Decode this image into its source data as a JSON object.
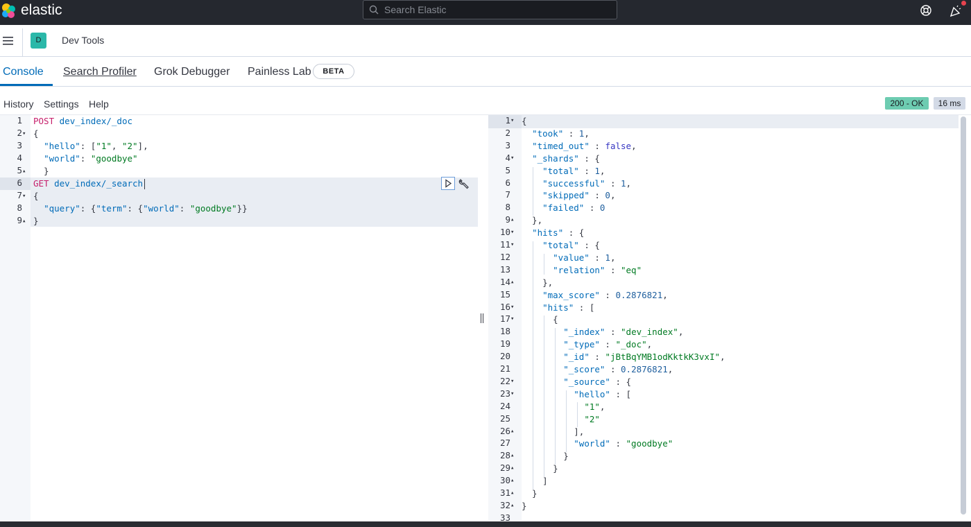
{
  "topbar": {
    "brand": "elastic",
    "search_placeholder": "Search Elastic",
    "colors": {
      "bg": "#25282f",
      "notification": "#e7434f"
    }
  },
  "header": {
    "avatar_letter": "D",
    "breadcrumb": "Dev Tools"
  },
  "tabs": [
    {
      "label": "Console",
      "active": true
    },
    {
      "label": "Search Profiler",
      "active": false
    },
    {
      "label": "Grok Debugger",
      "active": false
    },
    {
      "label": "Painless Lab",
      "active": false,
      "badge": "BETA"
    }
  ],
  "menu": [
    "History",
    "Settings",
    "Help"
  ],
  "response_meta": {
    "status": "200 - OK",
    "time": "16 ms"
  },
  "request_editor": {
    "line_numbers": [
      "1",
      "2",
      "3",
      "4",
      "5",
      "6",
      "7",
      "8",
      "9"
    ],
    "lines": [
      "POST dev_index/_doc",
      "{",
      "  \"hello\": [\"1\", \"2\"],",
      "  \"world\": \"goodbye\"",
      "  }",
      "GET dev_index/_search",
      "{",
      "  \"query\": {\"term\": {\"world\": \"goodbye\"}}",
      "}"
    ]
  },
  "response_editor": {
    "line_numbers": [
      "1",
      "2",
      "3",
      "4",
      "5",
      "6",
      "7",
      "8",
      "9",
      "10",
      "11",
      "12",
      "13",
      "14",
      "15",
      "16",
      "17",
      "18",
      "19",
      "20",
      "21",
      "22",
      "23",
      "24",
      "25",
      "26",
      "27",
      "28",
      "29",
      "30",
      "31",
      "32",
      "33"
    ],
    "lines": [
      "{",
      "  \"took\" : 1,",
      "  \"timed_out\" : false,",
      "  \"_shards\" : {",
      "    \"total\" : 1,",
      "    \"successful\" : 1,",
      "    \"skipped\" : 0,",
      "    \"failed\" : 0",
      "  },",
      "  \"hits\" : {",
      "    \"total\" : {",
      "      \"value\" : 1,",
      "      \"relation\" : \"eq\"",
      "    },",
      "    \"max_score\" : 0.2876821,",
      "    \"hits\" : [",
      "      {",
      "        \"_index\" : \"dev_index\",",
      "        \"_type\" : \"_doc\",",
      "        \"_id\" : \"jBtBqYMB1odKktkK3vxI\",",
      "        \"_score\" : 0.2876821,",
      "        \"_source\" : {",
      "          \"hello\" : [",
      "            \"1\",",
      "            \"2\"",
      "          ],",
      "          \"world\" : \"goodbye\"",
      "        }",
      "      }",
      "    ]",
      "  }",
      "}",
      ""
    ]
  },
  "icons": [
    "elastic-logo-icon",
    "search-icon",
    "help-icon",
    "newsfeed-icon",
    "menu-icon",
    "play-icon",
    "wrench-icon",
    "fold-arrow-icon"
  ]
}
